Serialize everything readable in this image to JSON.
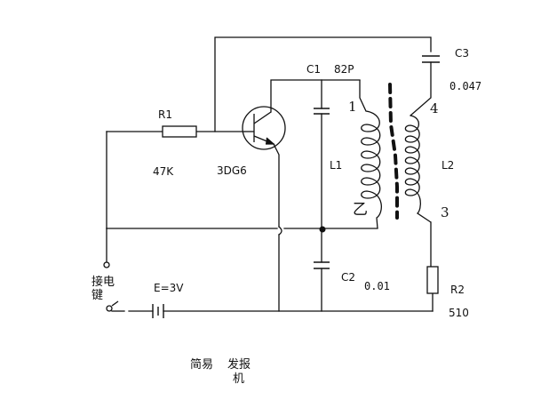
{
  "diagram": {
    "labels": {
      "r1_name": "R1",
      "r1_value": "47K",
      "transistor": "3DG6",
      "c1_name": "C1",
      "c1_value": "82P",
      "l1_name": "L1",
      "c2_name": "C2",
      "c2_value": "0.01",
      "c3_name": "C3",
      "c3_value": "0.047",
      "l2_name": "L2",
      "r2_name": "R2",
      "r2_value": "510",
      "battery": "E=3V",
      "key_line1": "接电",
      "key_line2": "键",
      "coil_mark_1": "1",
      "coil_mark_2": "乙",
      "coil_mark_3": "4",
      "coil_mark_4": "3"
    },
    "caption": {
      "part1": "简易",
      "part2": "发报",
      "part3": "机"
    }
  }
}
